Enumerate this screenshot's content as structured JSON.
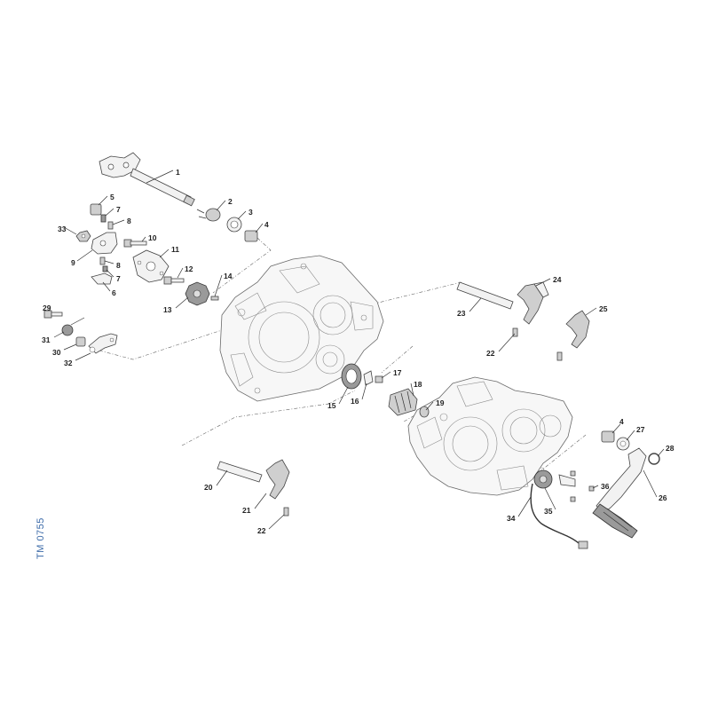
{
  "doc_code": "TM 0755",
  "callouts": [
    "1",
    "2",
    "3",
    "4",
    "5",
    "7",
    "8",
    "33",
    "10",
    "9",
    "11",
    "8",
    "7",
    "12",
    "6",
    "14",
    "13",
    "29",
    "31",
    "30",
    "32",
    "24",
    "23",
    "25",
    "22",
    "17",
    "18",
    "15",
    "16",
    "19",
    "4",
    "27",
    "28",
    "20",
    "21",
    "36",
    "26",
    "35",
    "34",
    "22"
  ]
}
